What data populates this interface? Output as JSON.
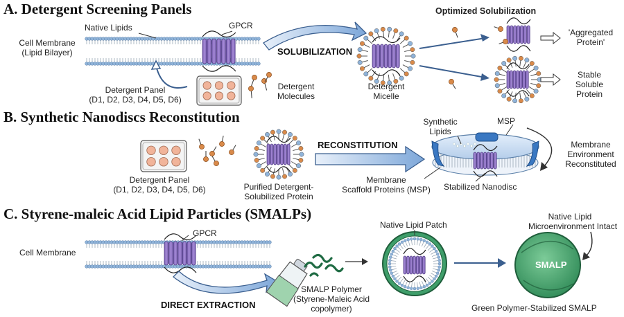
{
  "sections": {
    "a": {
      "title": "A. Detergent Screening Panels",
      "cell_membrane": "Cell Membrane",
      "lipid_bilayer": "(Lipid Bilayer)",
      "native_lipids": "Native Lipids",
      "gpcr": "GPCR",
      "solubilization": "SOLUBILIZATION",
      "optimized": "Optimized Solubilization",
      "detergent_micelle_1": "Detergent",
      "detergent_micelle_2": "Micelle",
      "detergent_panel": "Detergent Panel",
      "panel_list": "(D1, D2, D3, D4, D5, D6)",
      "detergent_molecules_1": "Detergent",
      "detergent_molecules_2": "Molecules",
      "aggregated_1": "'Aggregated",
      "aggregated_2": "Protein'",
      "stable_1": "Stable",
      "stable_2": "Soluble",
      "stable_3": "Protein"
    },
    "b": {
      "title": "B. Synthetic Nanodiscs Reconstitution",
      "detergent_panel": "Detergent Panel",
      "panel_list": "(D1, D2, D3, D4, D5, D6)",
      "purified_1": "Purified Detergent-",
      "purified_2": "Solubilized Protein",
      "reconstitution": "RECONSTITUTION",
      "synthetic_1": "Synthetic",
      "synthetic_2": "Lipids",
      "msp": "MSP",
      "membrane_env_1": "Membrane",
      "membrane_env_2": "Environment",
      "membrane_env_3": "Reconstituted",
      "msp_full_1": "Membrane",
      "msp_full_2": "Scaffold Proteins (MSP)",
      "stabilized": "Stabilized Nanodisc"
    },
    "c": {
      "title": "C. Styrene-maleic Acid Lipid Particles (SMALPs)",
      "cell_membrane": "Cell Membrane",
      "gpcr": "GPCR",
      "direct_extraction": "DIRECT EXTRACTION",
      "smalp_polymer_1": "SMALP Polymer",
      "smalp_polymer_2": "(Styrene-Maleic Acid",
      "smalp_polymer_3": "copolymer)",
      "native_patch": "Native Lipid Patch",
      "native_micro_1": "Native Lipid",
      "native_micro_2": "Microenvironment Intact",
      "smalp": "SMALP",
      "green_stabilized": "Green Polymer-Stabilized SMALP"
    }
  },
  "colors": {
    "protein": "#8e72c4",
    "lipid_head": "#8fb3d9",
    "detergent_head": "#d98a4a",
    "well": "#f1b49a",
    "msp": "#3a78c2",
    "nanodisc_top": "#c9dcf2",
    "smalp_green": "#3f9e6a",
    "arrow": "#7da7d9"
  },
  "icons": [
    "gpcr-helix-icon",
    "detergent-molecule-icon",
    "micelle-icon",
    "well-plate-icon",
    "nanodisc-icon",
    "smalp-disc-icon",
    "polymer-bottle-icon",
    "polymer-strand-icon"
  ]
}
